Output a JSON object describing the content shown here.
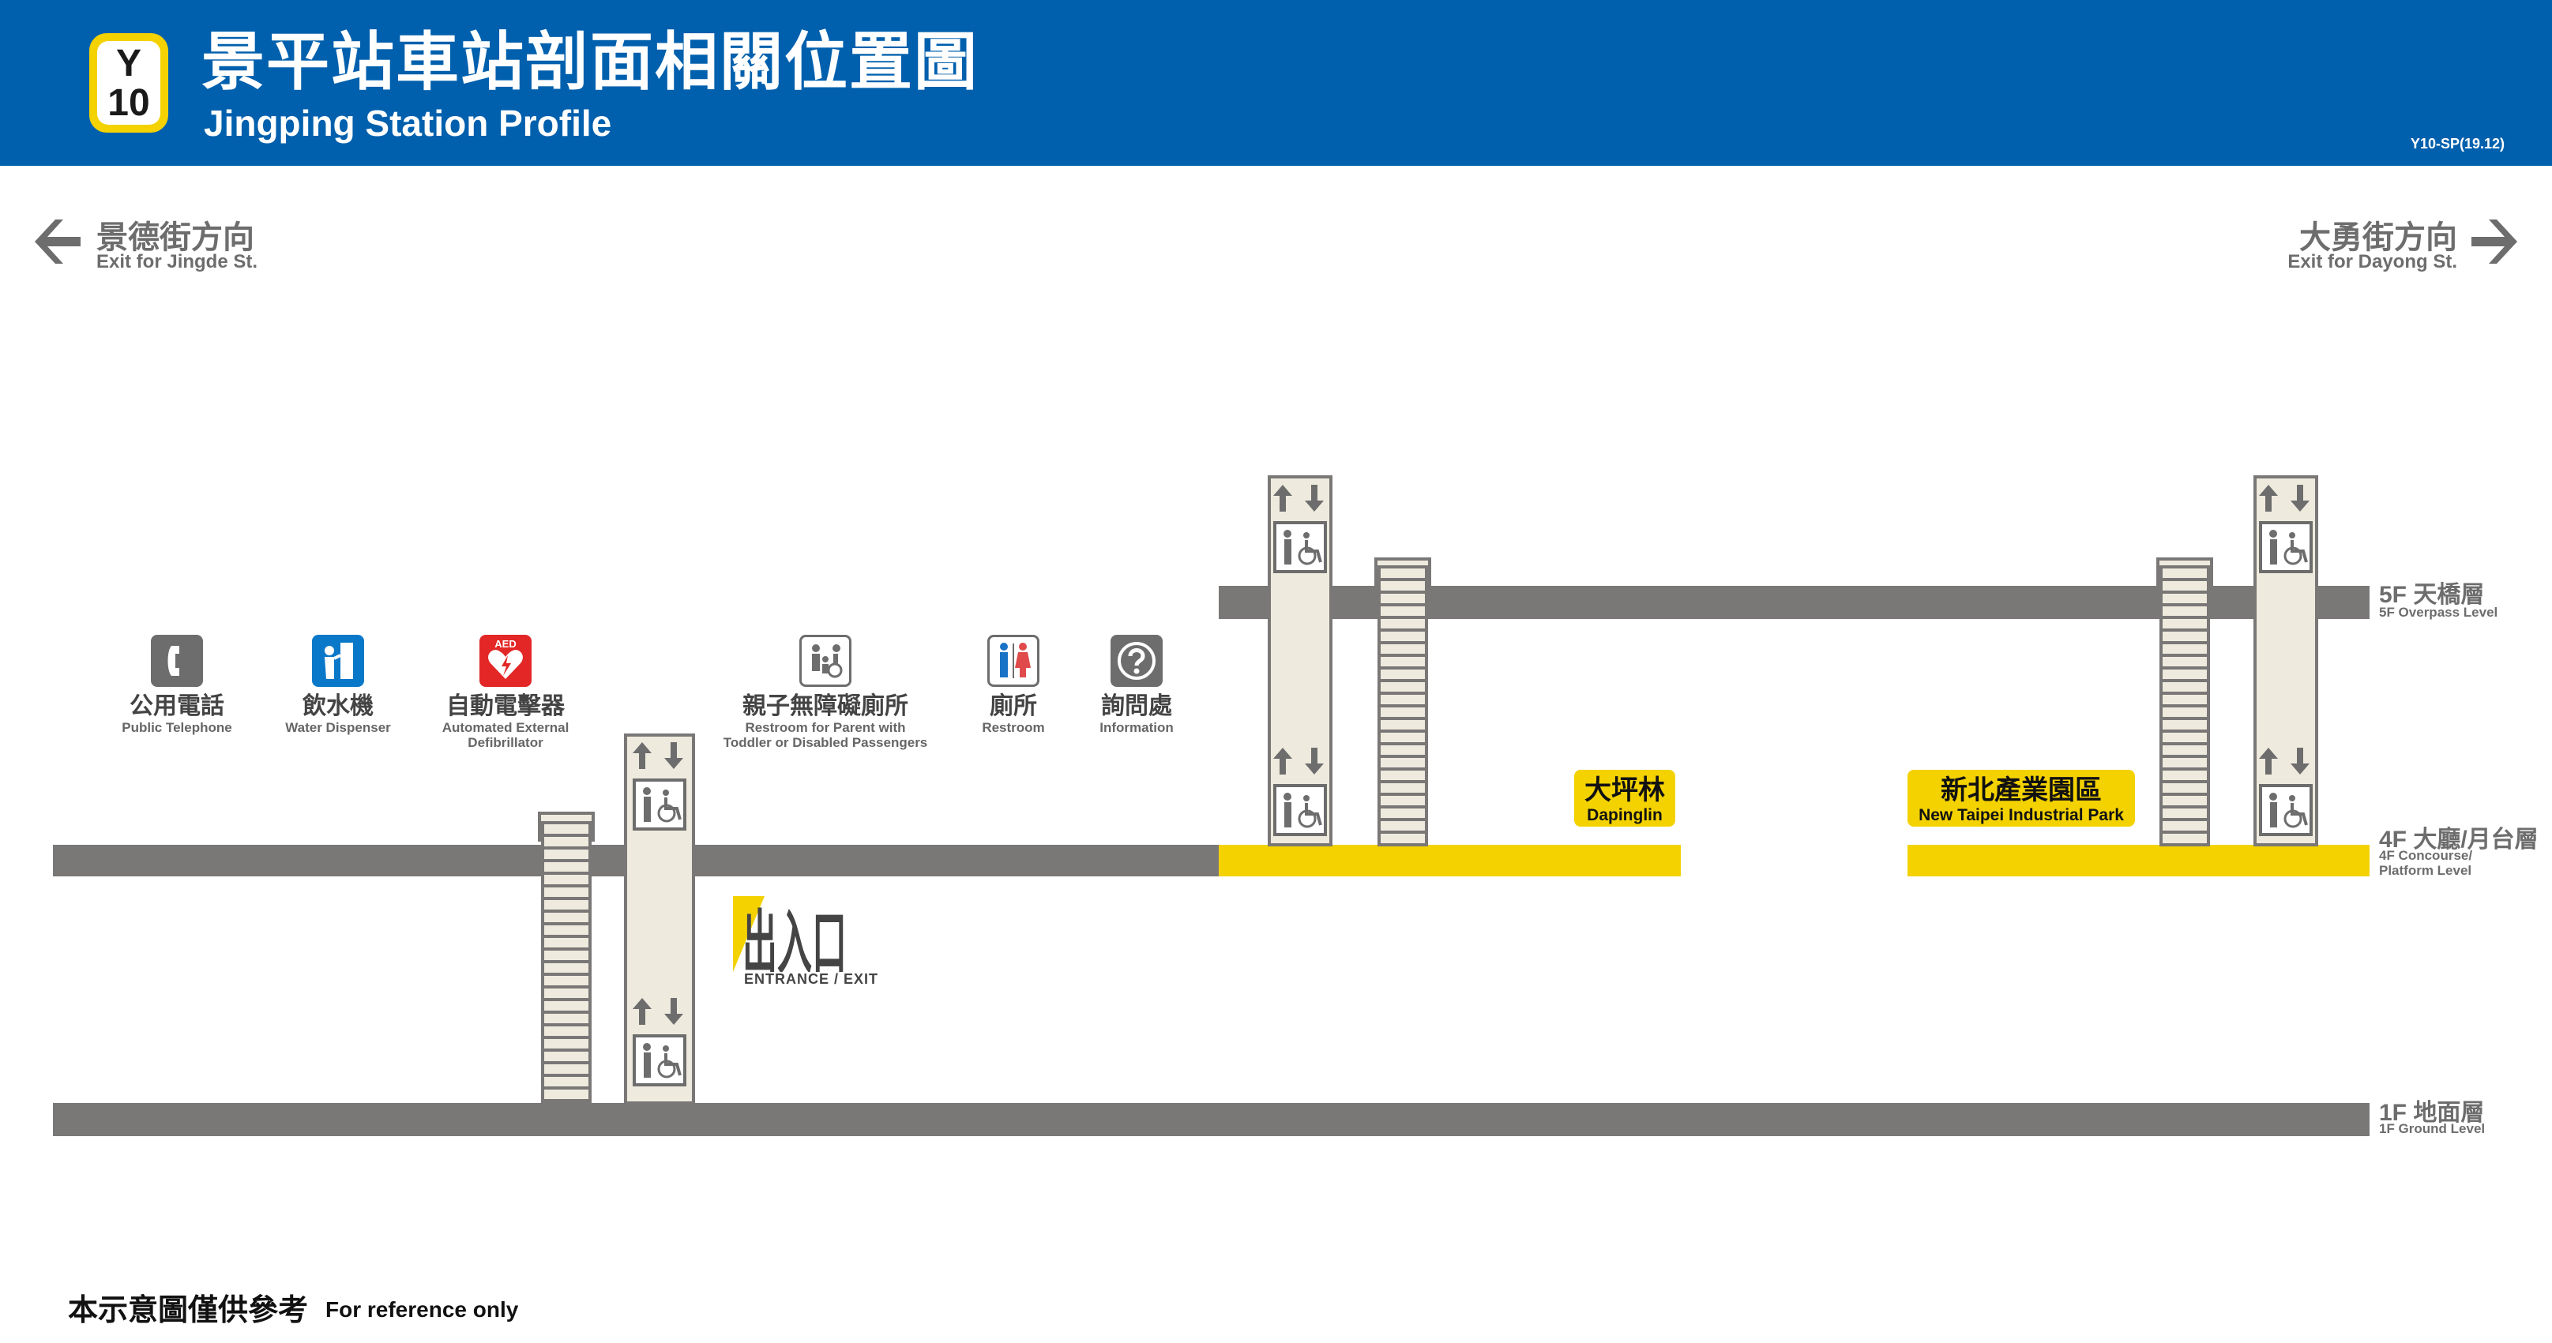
{
  "header": {
    "line_code": "Y",
    "station_number": "10",
    "title_zh": "景平站車站剖面相關位置圖",
    "title_en": "Jingping Station Profile",
    "doc_code": "Y10-SP(19.12)"
  },
  "directions": {
    "left": {
      "zh": "景德街方向",
      "en": "Exit for Jingde St."
    },
    "right": {
      "zh": "大勇街方向",
      "en": "Exit for Dayong St."
    }
  },
  "floors": [
    {
      "code": "5F 天橋層",
      "en": "5F Overpass Level"
    },
    {
      "code": "4F 大廳/月台層",
      "en": "4F Concourse/\nPlatform Level"
    },
    {
      "code": "1F 地面層",
      "en": "1F Ground Level"
    }
  ],
  "facilities": [
    {
      "icon": "telephone-icon",
      "zh": "公用電話",
      "en": "Public Telephone",
      "color": "#6d6d6d"
    },
    {
      "icon": "water-dispenser-icon",
      "zh": "飲水機",
      "en": "Water Dispenser",
      "color": "#0a78c8"
    },
    {
      "icon": "aed-icon",
      "zh": "自動電擊器",
      "en": "Automated External\nDefibrillator",
      "color": "#e32626",
      "icon_text": "AED"
    },
    {
      "icon": "family-accessible-restroom-icon",
      "zh": "親子無障礙廁所",
      "en": "Restroom for Parent with\nToddler or Disabled Passengers"
    },
    {
      "icon": "restroom-icon",
      "zh": "廁所",
      "en": "Restroom"
    },
    {
      "icon": "information-icon",
      "zh": "詢問處",
      "en": "Information",
      "color": "#6d6d6d"
    }
  ],
  "stations": {
    "dapinglin": {
      "zh": "大坪林",
      "en": "Dapinglin"
    },
    "industrial_park": {
      "zh": "新北產業園區",
      "en": "New Taipei Industrial Park"
    }
  },
  "entrance": {
    "zh": "出入口",
    "en": "ENTRANCE / EXIT"
  },
  "footer": {
    "zh": "本示意圖僅供參考",
    "en": "For reference only"
  },
  "colors": {
    "header_blue": "#0060ad",
    "line_yellow": "#f3d200",
    "floor_gray": "#7a7777",
    "elevator_fill": "#eeeadd"
  }
}
